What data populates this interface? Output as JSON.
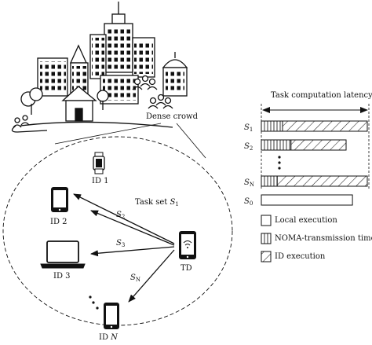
{
  "city": {
    "caption": "Dense crowd"
  },
  "devices": [
    {
      "label": "ID 1"
    },
    {
      "label": "ID 2"
    },
    {
      "label": "ID 3"
    },
    {
      "label": "ID ",
      "label_italic": "N"
    }
  ],
  "td": {
    "label": "TD"
  },
  "arrows": [
    {
      "prefix": "Task set ",
      "sym": "S",
      "sub": "1"
    },
    {
      "prefix": "",
      "sym": "S",
      "sub": "2"
    },
    {
      "prefix": "",
      "sym": "S",
      "sub": "3"
    },
    {
      "prefix": "",
      "sym": "S",
      "sub": "N"
    }
  ],
  "timeline": {
    "title": "Task computation latency",
    "rows": [
      {
        "sym": "S",
        "sub": "1",
        "noma": 0.2,
        "id": 0.8
      },
      {
        "sym": "S",
        "sub": "2",
        "noma": 0.28,
        "id": 0.52
      },
      {
        "sym": "S",
        "sub": "N",
        "noma": 0.15,
        "id": 0.85
      },
      {
        "sym": "S",
        "sub": "0",
        "local": 0.86
      }
    ],
    "legend": [
      {
        "pattern": "blank",
        "label": "Local execution"
      },
      {
        "pattern": "vertical",
        "label": "NOMA-transmission time"
      },
      {
        "pattern": "diagonal",
        "label": "ID execution"
      }
    ]
  }
}
